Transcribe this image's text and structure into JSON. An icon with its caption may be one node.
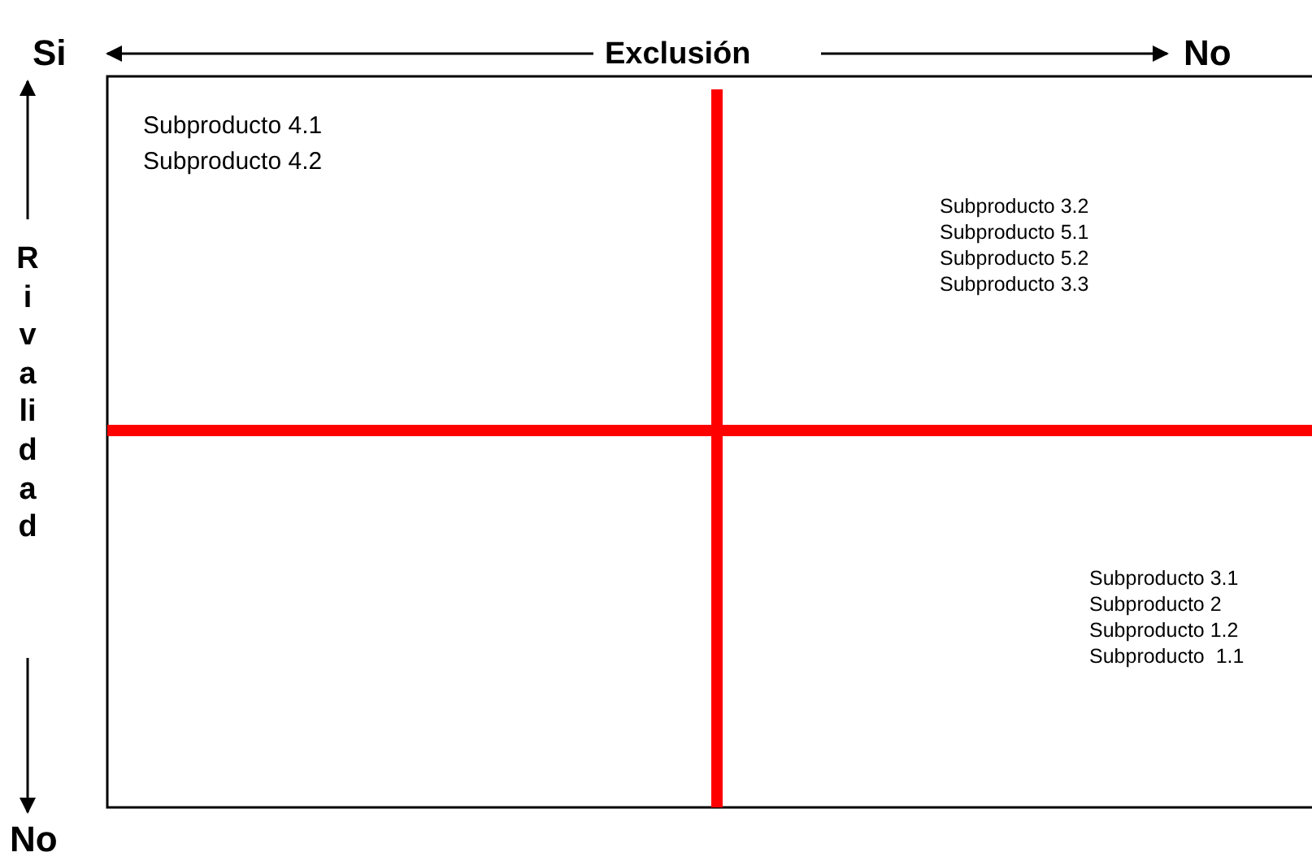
{
  "diagram": {
    "labels": [
      "Si",
      "Exclusión",
      "No",
      "Subproducto 4.1",
      "Subproducto 4.2",
      "Rivalidad",
      "Subproducto 3.2",
      "Subproducto 5.1",
      "Subproducto 5.2",
      "Subproducto 3.3",
      "Subproducto 3.1",
      "Subproducto 2",
      "Subproducto 1.2",
      "Subproducto  1.1",
      "No"
    ]
  }
}
